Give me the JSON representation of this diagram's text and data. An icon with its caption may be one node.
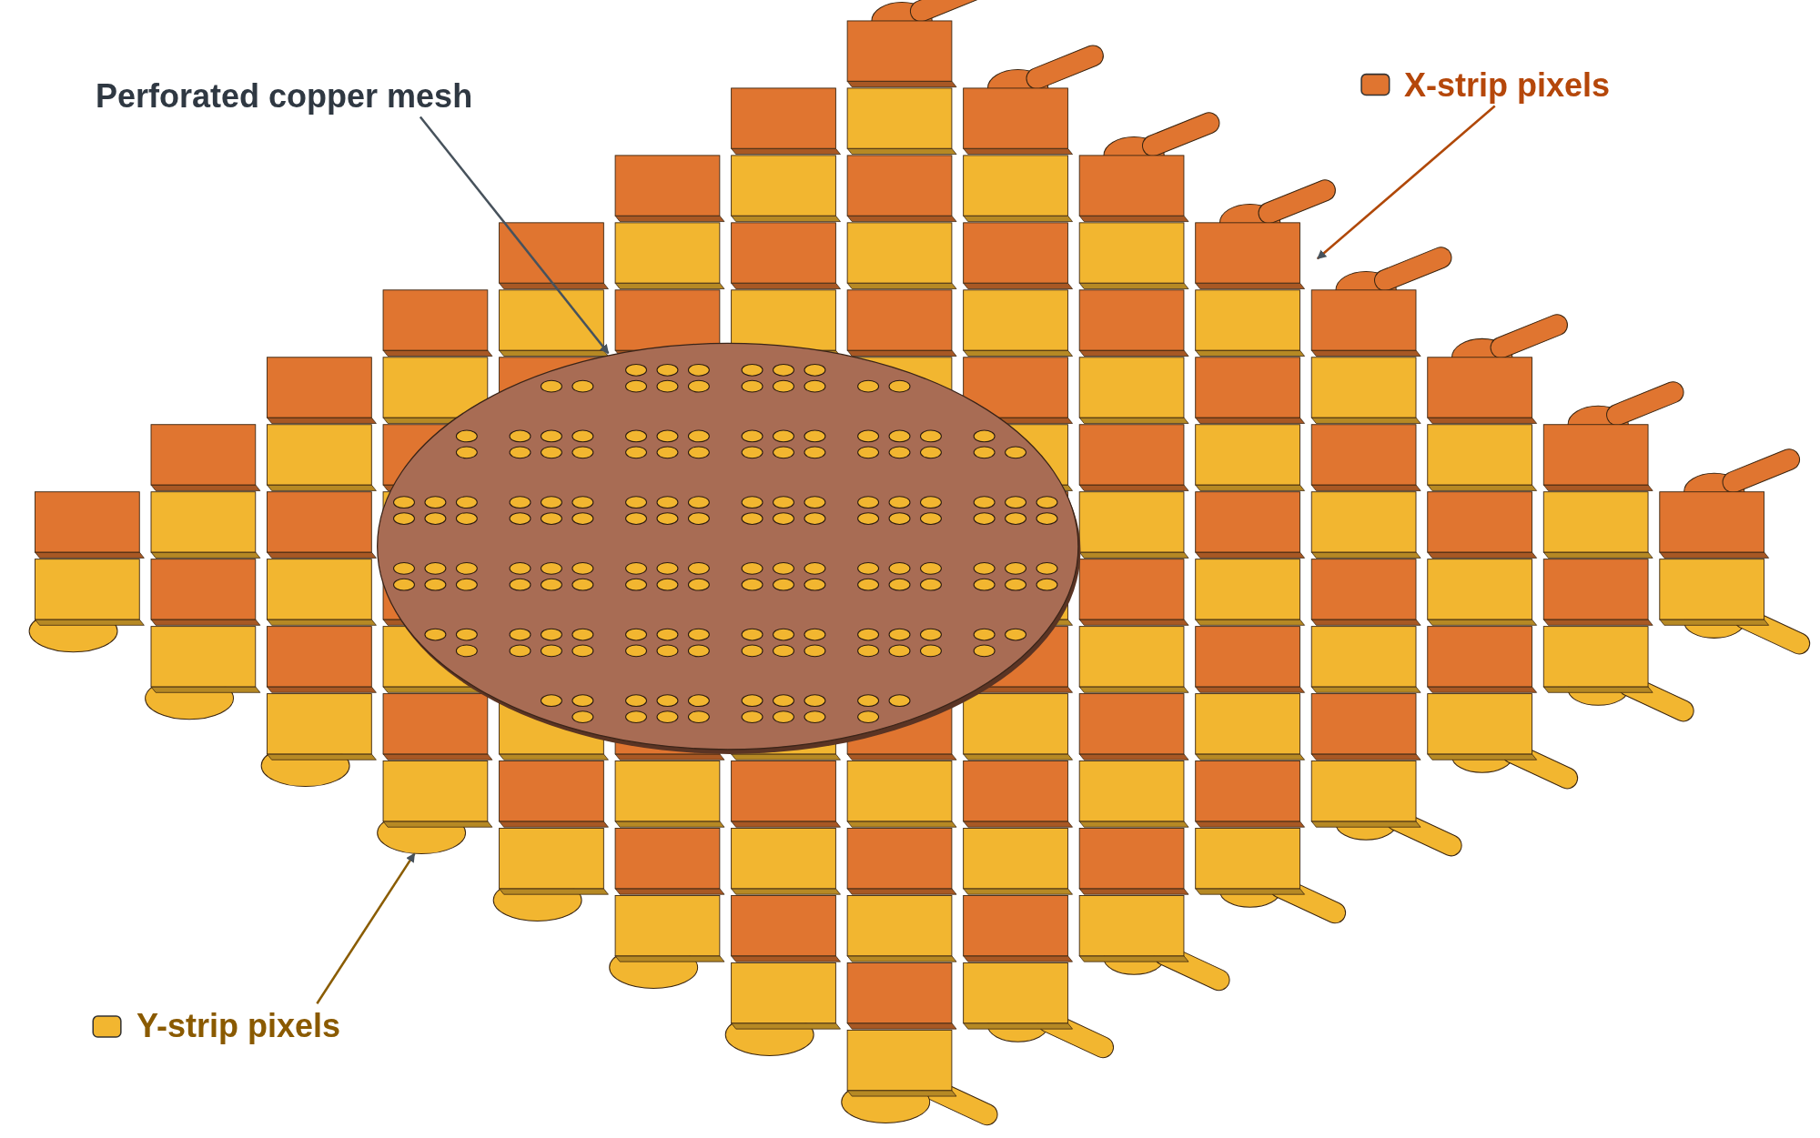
{
  "diagram": {
    "nodes": [
      {
        "text": [
          "Perforated copper mesh"
        ]
      },
      {
        "text": [
          "X-strip pixels"
        ]
      },
      {
        "text": [
          "Y-strip pixels"
        ]
      },
      {
        "text": [],
        "shape": "circle"
      },
      {
        "text": [],
        "shape": "box"
      },
      {
        "text": [],
        "shape": "box"
      }
    ],
    "edges": [
      {
        "from": 0,
        "to": 3,
        "arrow": "to"
      },
      {
        "from": 1,
        "to": 4,
        "arrow": "to",
        "color": "#b04808"
      },
      {
        "from": 2,
        "to": 5,
        "arrow": "to",
        "color": "#8a5c00"
      }
    ]
  }
}
